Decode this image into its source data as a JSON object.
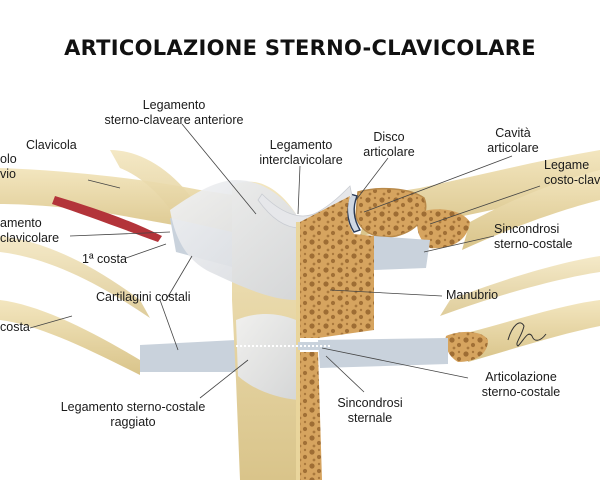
{
  "title": "ARTICOLAZIONE STERNO-CLAVICOLARE",
  "labels": {
    "muscolo": {
      "line1": "olo",
      "line2": "vio"
    },
    "clavicola": "Clavicola",
    "leg_anteriore": {
      "line1": "Legamento",
      "line2": "sterno-claveare anteriore"
    },
    "leg_interclavicolare": {
      "line1": "Legamento",
      "line2": "interclavicolare"
    },
    "disco": {
      "line1": "Disco",
      "line2": "articolare"
    },
    "cavita": {
      "line1": "Cavità",
      "line2": "articolare"
    },
    "leg_costo": {
      "line1": "Legame",
      "line2": "costo-clav"
    },
    "leg_costoclavicolare_left": {
      "line1": "amento",
      "line2": "clavicolare"
    },
    "prima_costa": "1ª costa",
    "sincondrosi_sc": {
      "line1": "Sincondrosi",
      "line2": "sterno-costale"
    },
    "cartilagini": "Cartilagini costali",
    "manubrio": "Manubrio",
    "costa": "costa",
    "art_sterno_costale": {
      "line1": "Articolazione",
      "line2": "sterno-costale"
    },
    "leg_raggiato": {
      "line1": "Legamento sterno-costale",
      "line2": "raggiato"
    },
    "sincondrosi_sternale": {
      "line1": "Sincondrosi",
      "line2": "sternale"
    }
  },
  "colors": {
    "bone": "#ecdcae",
    "bone_shade": "#d9c48a",
    "spongy": "#d6a45f",
    "spongy_dot": "#8a5a25",
    "ligament": "#e6e7ea",
    "cartilage": "#c9d2dc",
    "muscle": "#b3343a",
    "line": "#444444"
  }
}
